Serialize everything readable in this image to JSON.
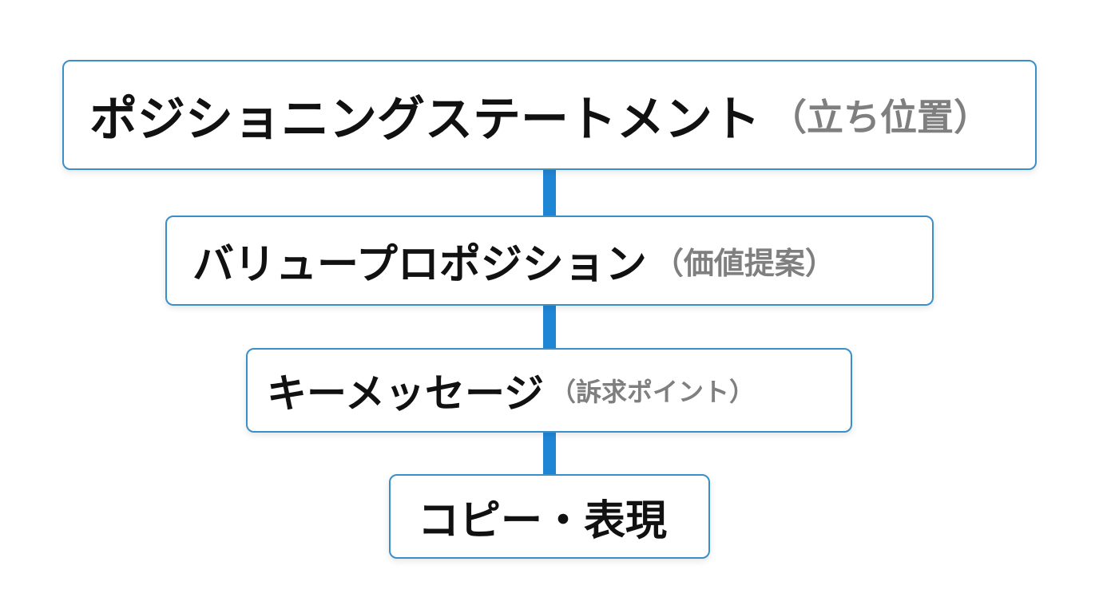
{
  "diagram": {
    "levels": [
      {
        "main": "ポジショニングステートメント",
        "sub": "（立ち位置）"
      },
      {
        "main": "バリュープロポジション",
        "sub": "（価値提案）"
      },
      {
        "main": "キーメッセージ",
        "sub": "（訴求ポイント）"
      },
      {
        "main": "コピー・表現",
        "sub": ""
      }
    ],
    "colors": {
      "connector": "#1f86d6",
      "box_border": "#3b8fc9",
      "main_text": "#111111",
      "sub_text": "#7f7f7f"
    }
  }
}
